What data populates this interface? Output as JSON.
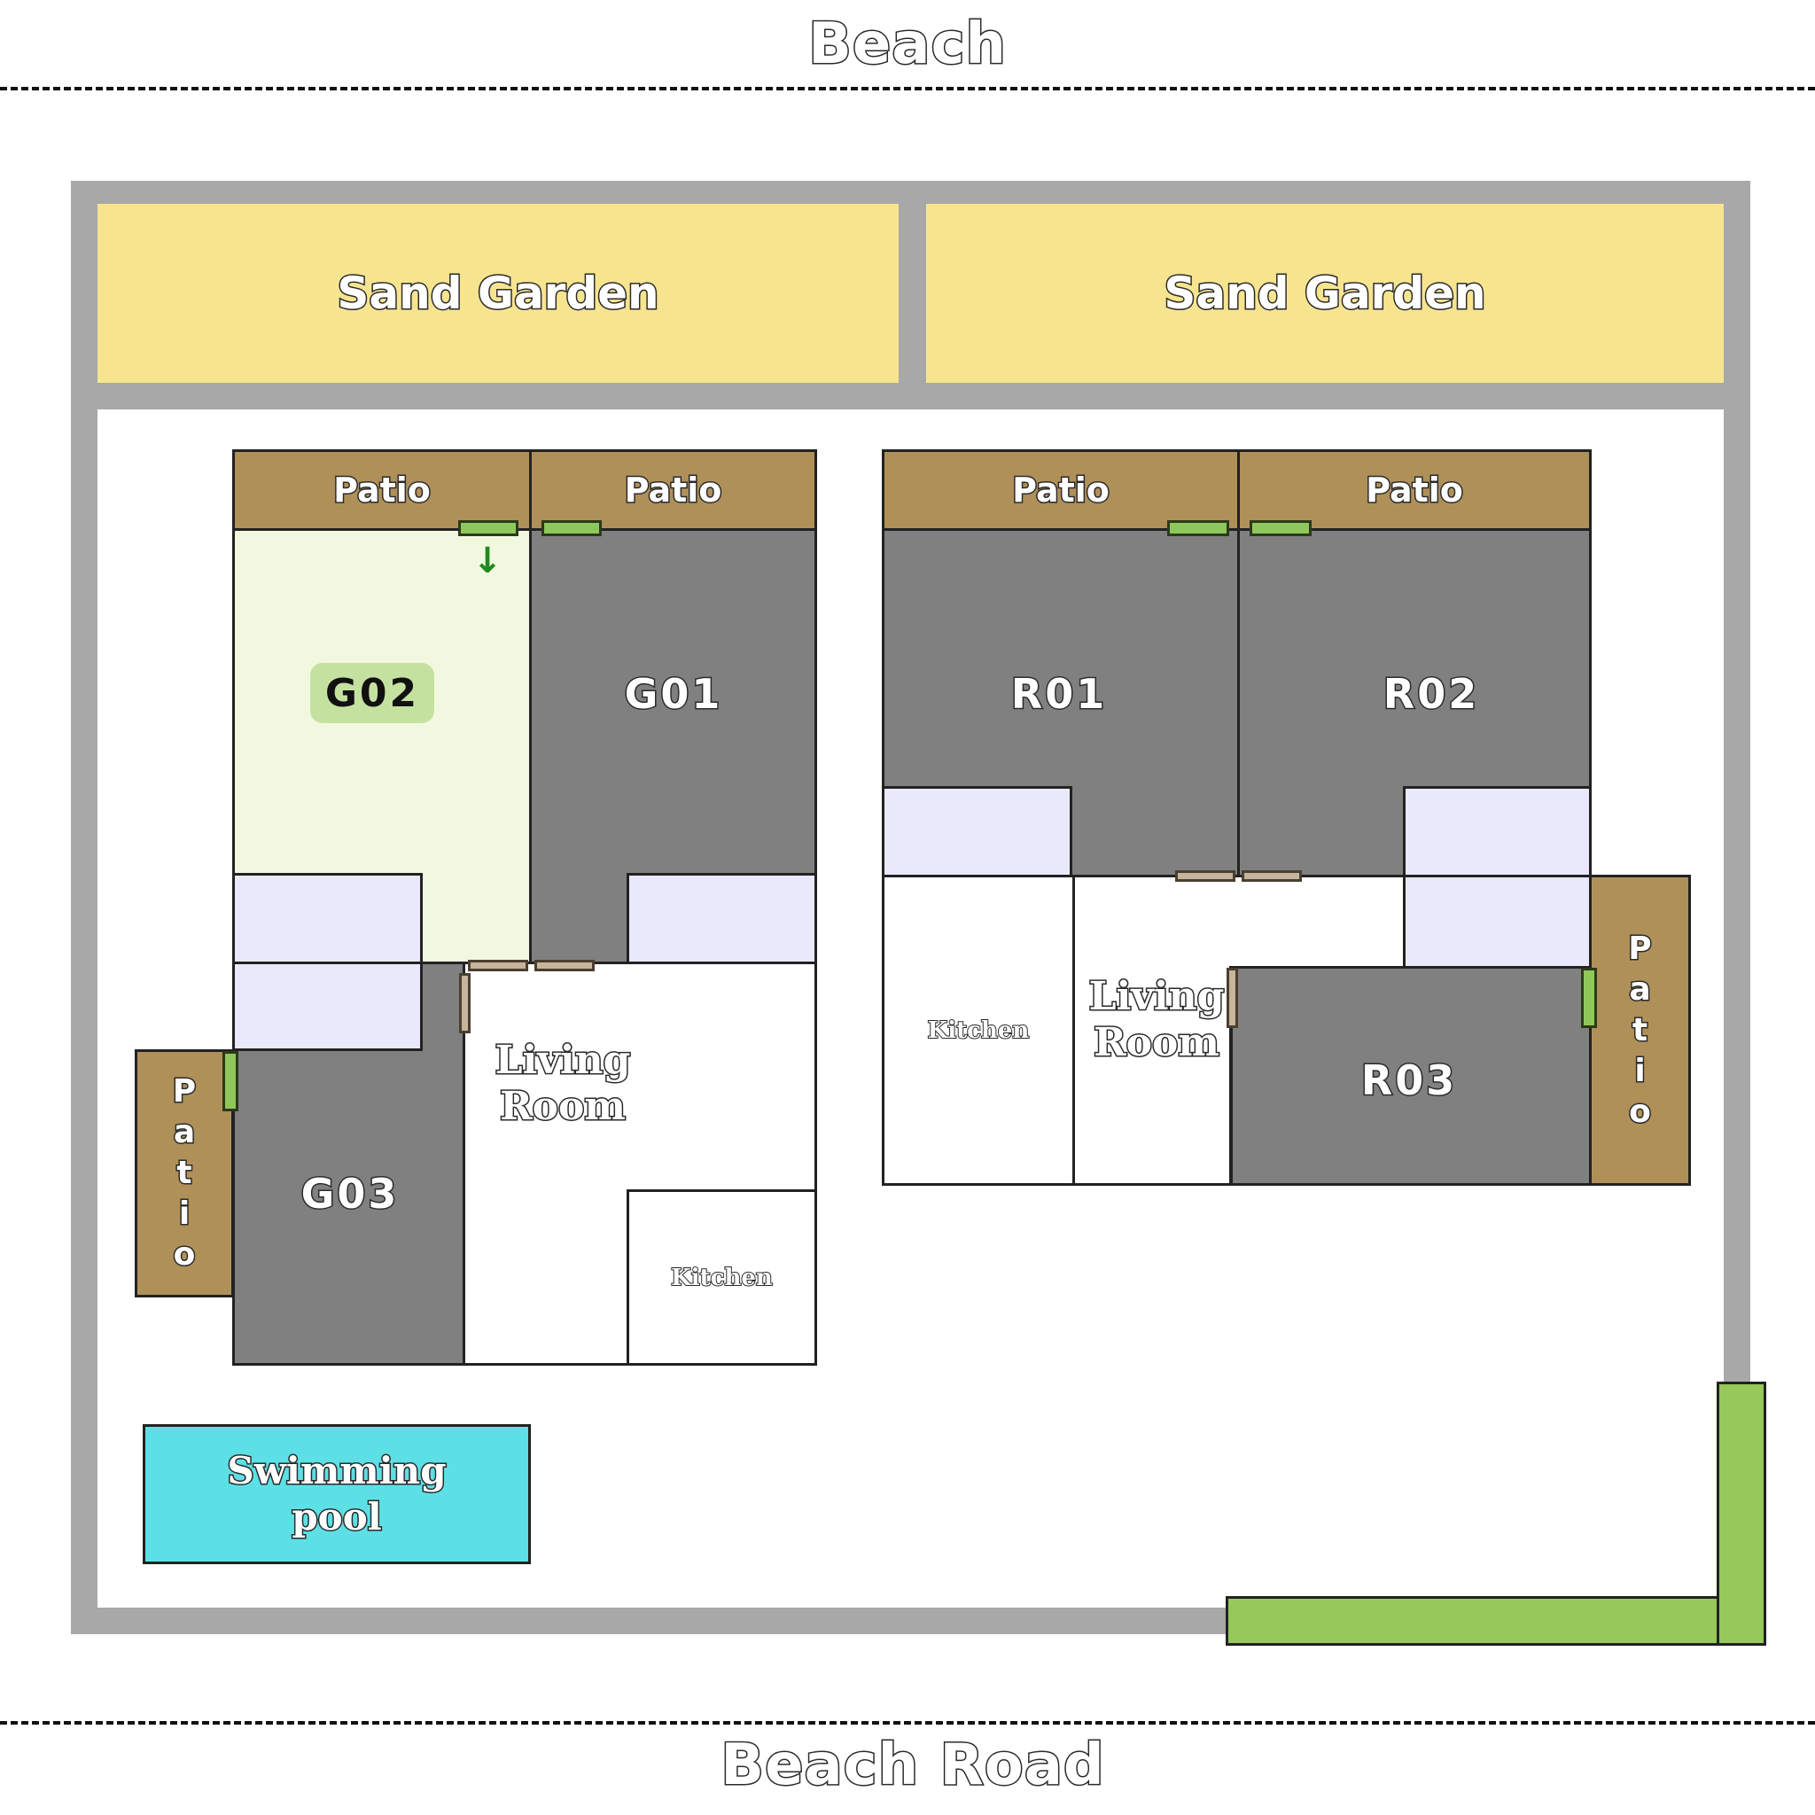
{
  "top_label": "Beach",
  "bottom_label": "Beach Road",
  "gardens": [
    "Sand Garden",
    "Sand Garden"
  ],
  "patio_label": "Patio",
  "patio_vertical_letters": [
    "P",
    "a",
    "t",
    "i",
    "o"
  ],
  "rooms": {
    "g02": "G02",
    "g01": "G01",
    "g03": "G03",
    "r01": "R01",
    "r02": "R02",
    "r03": "R03"
  },
  "living_room": [
    "Living",
    "Room"
  ],
  "kitchen": "Kitchen",
  "pool": [
    "Swimming",
    "pool"
  ],
  "selected_indicator": "↓",
  "colors": {
    "wall": "#a8a8a8",
    "sand": "#f7e48f",
    "patio": "#b09059",
    "room": "#808080",
    "selected_room": "#f2f8df",
    "bathroom": "#e9e9fb",
    "pool": "#5ce0e6",
    "door": "#8fc85a"
  }
}
